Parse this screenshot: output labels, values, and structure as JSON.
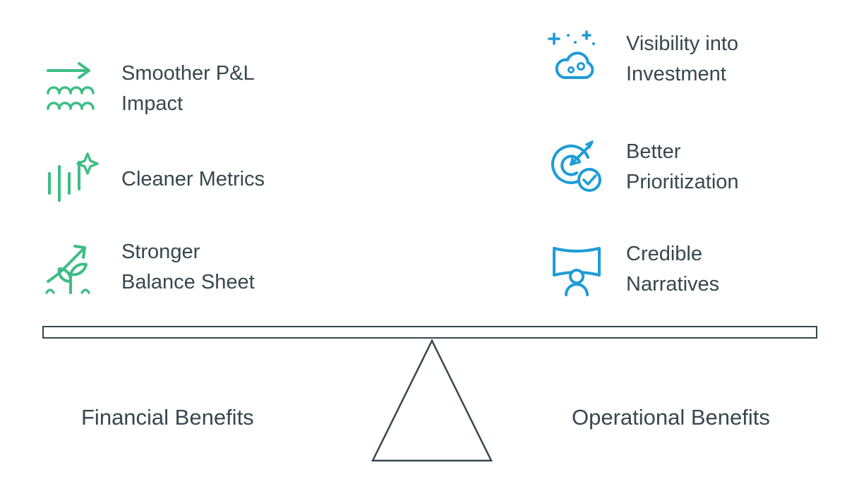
{
  "colors": {
    "green": "#3dbd84",
    "blue": "#1e9cd7",
    "dark": "#37474f"
  },
  "financial": {
    "label": "Financial Benefits",
    "items": [
      {
        "icon": "smooth-waves-arrow-icon",
        "label": "Smoother P&L\nImpact"
      },
      {
        "icon": "metrics-bars-sparkle-icon",
        "label": "Cleaner Metrics"
      },
      {
        "icon": "growth-plant-arrow-icon",
        "label": "Stronger\nBalance Sheet"
      }
    ]
  },
  "operational": {
    "label": "Operational Benefits",
    "items": [
      {
        "icon": "cloud-sparkles-icon",
        "label": "Visibility into\nInvestment"
      },
      {
        "icon": "target-dart-check-icon",
        "label": "Better\nPrioritization"
      },
      {
        "icon": "presentation-person-icon",
        "label": "Credible\nNarratives"
      }
    ]
  }
}
